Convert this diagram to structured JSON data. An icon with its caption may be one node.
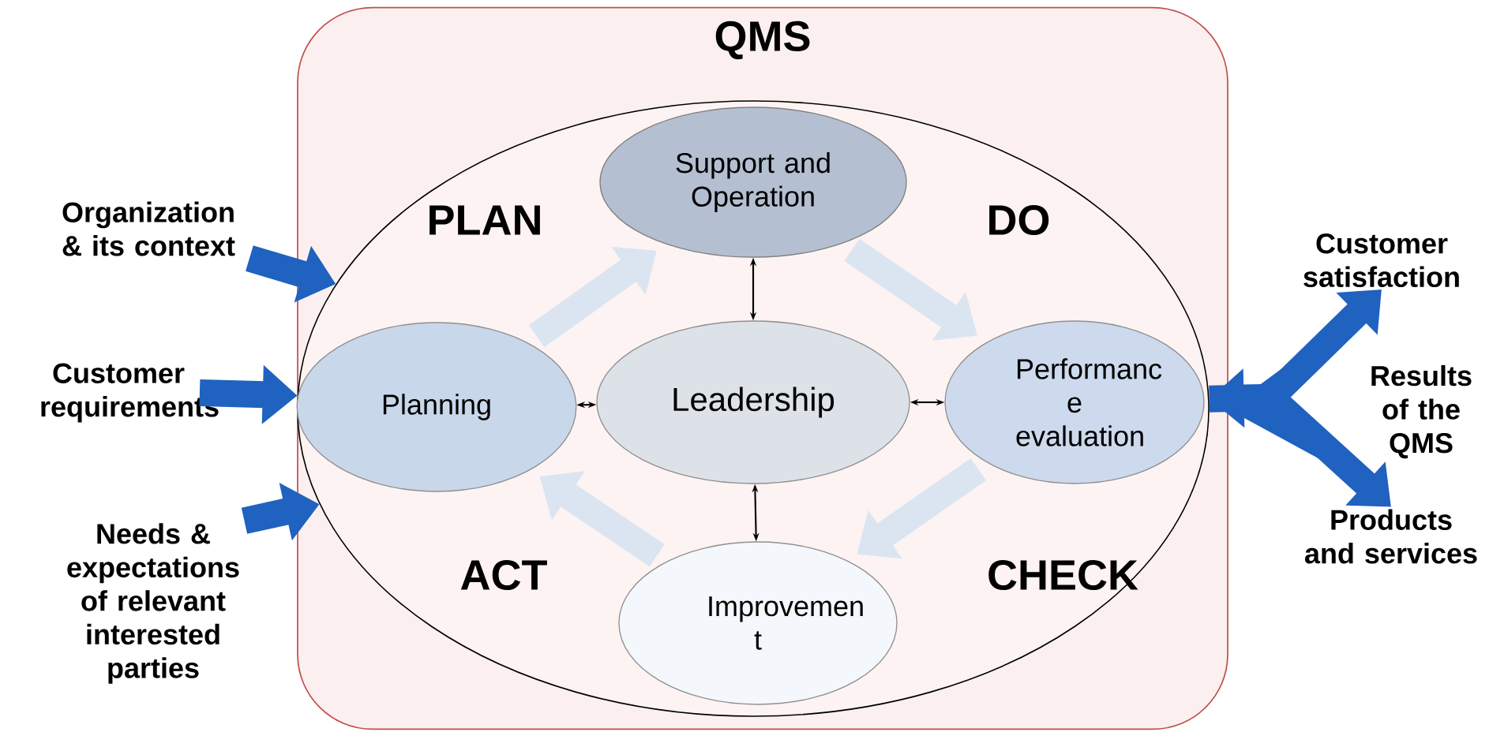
{
  "diagram": {
    "nodes": [
      {
        "text": [
          "QMS"
        ]
      },
      {
        "text": [],
        "shape": "ellipse",
        "in": 0
      },
      {
        "text": [
          "Support and Operation"
        ],
        "in": 1
      },
      {
        "text": [
          "Planning"
        ],
        "in": 1
      },
      {
        "text": [
          "Leadership"
        ],
        "in": 1
      },
      {
        "text": [
          "Performanc e evaluation"
        ],
        "in": 1
      },
      {
        "text": [
          "Improvemen t"
        ],
        "in": 1
      },
      {
        "text": [
          "Organization & its context"
        ]
      },
      {
        "text": [
          "Customer requirements"
        ]
      },
      {
        "text": [
          "Needs & expectations of relevant interested parties"
        ]
      },
      {
        "text": [
          "Customer satisfaction"
        ]
      },
      {
        "text": [
          "Products and services"
        ]
      }
    ],
    "edges": [
      {
        "from": 2,
        "to": 4,
        "arrow": "both",
        "color": "#000000"
      },
      {
        "from": 3,
        "to": 4,
        "arrow": "both",
        "color": "#000000"
      },
      {
        "from": 4,
        "to": 5,
        "arrow": "both",
        "color": "#000000"
      },
      {
        "from": 4,
        "to": 6,
        "arrow": "both",
        "color": "#000000"
      },
      {
        "from": 3,
        "to": 2,
        "arrow": "to",
        "color": "#dbe5f1"
      },
      {
        "from": 2,
        "to": 5,
        "arrow": "to",
        "color": "#dbe5f1"
      },
      {
        "from": 5,
        "to": 6,
        "arrow": "to",
        "color": "#dbe5f1"
      },
      {
        "from": 6,
        "to": 3,
        "arrow": "to",
        "color": "#dbe5f1"
      },
      {
        "from": 7,
        "to": 1,
        "arrow": "to",
        "color": "#1f62c0"
      },
      {
        "from": 8,
        "to": 1,
        "arrow": "to",
        "color": "#1f62c0"
      },
      {
        "from": 9,
        "to": 1,
        "arrow": "to",
        "color": "#1f62c0"
      },
      {
        "from": 1,
        "to": 10,
        "arrow": "both",
        "color": "#1f62c0"
      },
      {
        "from": 1,
        "to": 11,
        "arrow": "to",
        "color": "#1f62c0"
      }
    ],
    "labels": [
      "PLAN",
      "DO",
      "ACT",
      "CHECK",
      "Results of the QMS"
    ]
  }
}
